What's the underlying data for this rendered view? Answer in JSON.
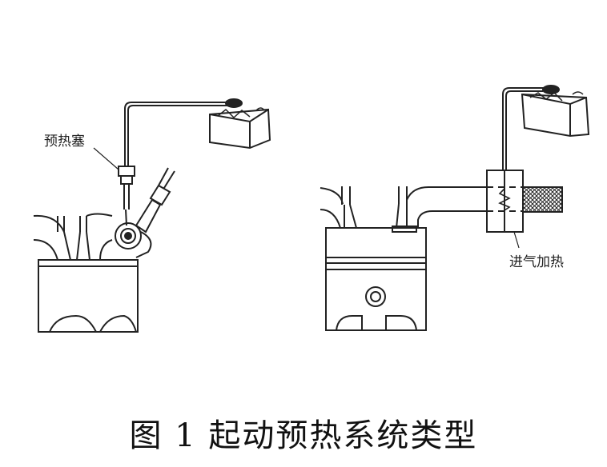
{
  "labels": {
    "glow_plug": "预热塞",
    "intake_heating": "进气加热"
  },
  "caption": "图 1  起动预热系统类型"
}
